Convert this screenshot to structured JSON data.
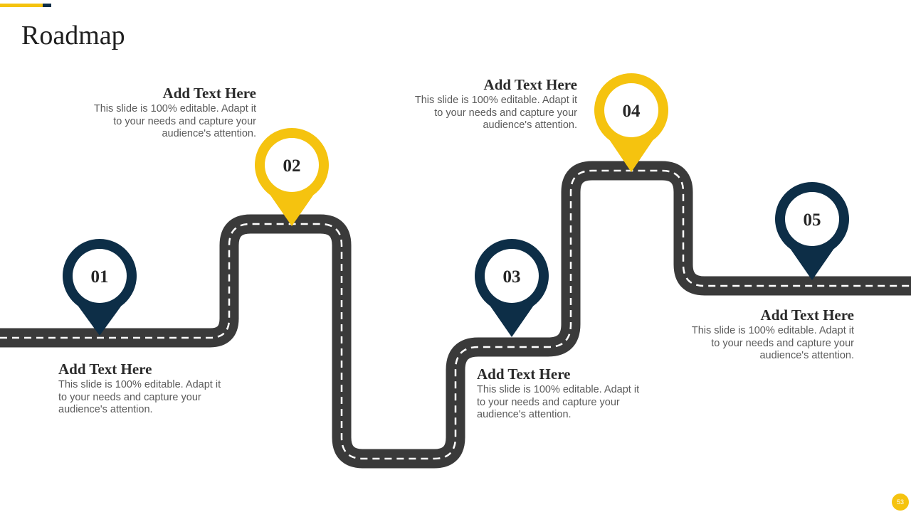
{
  "slide": {
    "title": "Roadmap",
    "page_number": "53"
  },
  "colors": {
    "yellow": "#F5C30F",
    "navy": "#0D2E47",
    "road": "#3a3a3a",
    "dash": "#ffffff"
  },
  "milestones": [
    {
      "number": "01",
      "color": "navy",
      "heading": "Add Text Here",
      "body": "This slide is 100% editable. Adapt it to your needs and capture your audience's attention."
    },
    {
      "number": "02",
      "color": "yellow",
      "heading": "Add Text Here",
      "body": "This slide is 100% editable. Adapt it to your needs and capture your audience's attention."
    },
    {
      "number": "03",
      "color": "navy",
      "heading": "Add Text Here",
      "body": "This slide is 100% editable. Adapt it to your needs and capture your audience's attention."
    },
    {
      "number": "04",
      "color": "yellow",
      "heading": "Add Text Here",
      "body": "This slide is 100% editable. Adapt it to your needs and capture your audience's attention."
    },
    {
      "number": "05",
      "color": "navy",
      "heading": "Add Text Here",
      "body": "This slide is 100% editable. Adapt it to your needs and capture your audience's attention."
    }
  ]
}
